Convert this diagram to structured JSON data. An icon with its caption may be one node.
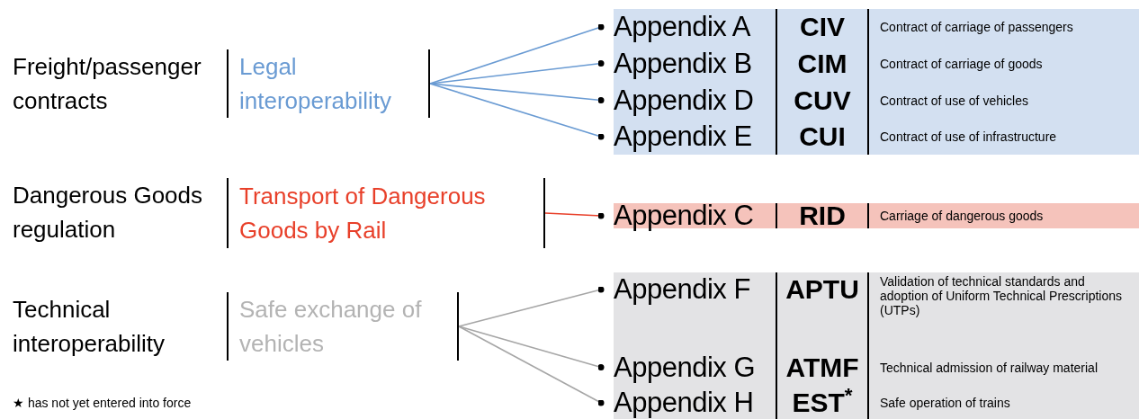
{
  "diagram": {
    "nodes": [
      {
        "text": [
          "Legal interoperability"
        ]
      },
      {
        "text": [],
        "shape": "box"
      },
      {
        "text": [
          "Appendix A",
          "CIV",
          "Contract of carriage of passengers"
        ],
        "in": 1
      },
      {
        "text": [
          "Appendix B",
          "CIM",
          "Contract of carriage of goods"
        ],
        "in": 1
      },
      {
        "text": [
          "Appendix D",
          "CUV",
          "Contract of use of vehicles"
        ],
        "in": 1
      },
      {
        "text": [
          "Appendix E",
          "CUI",
          "Contract of use of infrastructure"
        ],
        "in": 1
      },
      {
        "text": [
          "Transport of Dangerous Goods by Rail"
        ]
      },
      {
        "text": [],
        "shape": "box"
      },
      {
        "text": [
          "Appendix C",
          "RID",
          "Carriage of dangerous goods"
        ],
        "in": 7
      },
      {
        "text": [
          "Safe exchange of vehicles"
        ]
      },
      {
        "text": [],
        "shape": "box"
      },
      {
        "text": [
          "Appendix F",
          "APTU",
          "Validation of technical standards and adoption of Uniform Technical Prescriptions (UTPs)"
        ],
        "in": 10
      },
      {
        "text": [
          "Appendix G",
          "ATMF",
          "Technical admission of railway material"
        ],
        "in": 10
      },
      {
        "text": [
          "Appendix H",
          "EST$^{*}$",
          "Safe operation of trains"
        ],
        "in": 10
      }
    ],
    "edges": [
      {
        "from": 0,
        "to": 2,
        "arrow": "other",
        "color": "#6a9bd3"
      },
      {
        "from": 0,
        "to": 3,
        "arrow": "other",
        "color": "#6a9bd3"
      },
      {
        "from": 0,
        "to": 4,
        "arrow": "other",
        "color": "#6a9bd3"
      },
      {
        "from": 0,
        "to": 5,
        "arrow": "other",
        "color": "#6a9bd3"
      },
      {
        "from": 6,
        "to": 8,
        "arrow": "other",
        "color": "#e8402a"
      },
      {
        "from": 9,
        "to": 11,
        "arrow": "other",
        "color": "#a6a6a6"
      },
      {
        "from": 9,
        "to": 12,
        "arrow": "other",
        "color": "#a6a6a6"
      },
      {
        "from": 9,
        "to": 13,
        "arrow": "other",
        "color": "#a6a6a6"
      }
    ],
    "labels": [
      "Freight/passenger contracts",
      "Dangerous Goods regulation",
      "Technical interoperability",
      "★ has not yet entered into force"
    ]
  }
}
